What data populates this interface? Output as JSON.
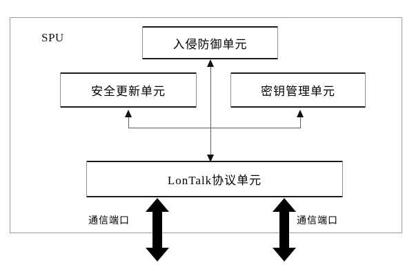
{
  "diagram": {
    "container": {
      "name": "SPU",
      "label": "SPU"
    },
    "units": [
      {
        "id": "intrusion-prevention-unit",
        "label": "入侵防御单元"
      },
      {
        "id": "security-update-unit",
        "label": "安全更新单元"
      },
      {
        "id": "key-management-unit",
        "label": "密钥管理单元"
      },
      {
        "id": "lontalk-protocol-unit",
        "label": "LonTalk协议单元"
      }
    ],
    "ports": [
      {
        "id": "communication-port-left",
        "label": "通信端口"
      },
      {
        "id": "communication-port-right",
        "label": "通信端口"
      }
    ],
    "colors": {
      "background": "#ffffff",
      "container_border": "#9a9a9a",
      "box_border": "#8e8e8e",
      "box_rule": "#1a1a1a",
      "connector": "#5d5d5d",
      "arrow_fill": "#111111",
      "text": "#000000"
    }
  }
}
